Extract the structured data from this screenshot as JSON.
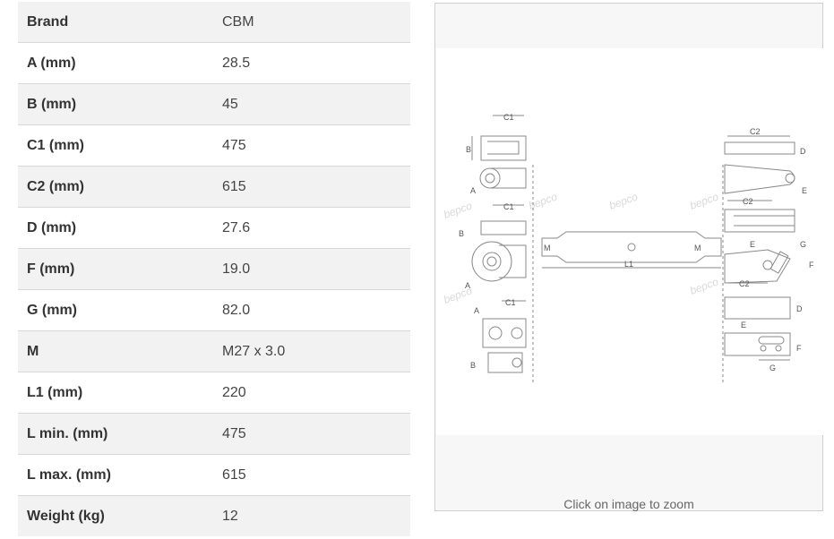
{
  "specs": [
    {
      "label": "Brand",
      "value": "CBM"
    },
    {
      "label": "A (mm)",
      "value": "28.5"
    },
    {
      "label": "B (mm)",
      "value": "45"
    },
    {
      "label": "C1 (mm)",
      "value": "475"
    },
    {
      "label": "C2 (mm)",
      "value": "615"
    },
    {
      "label": "D (mm)",
      "value": "27.6"
    },
    {
      "label": "F (mm)",
      "value": "19.0"
    },
    {
      "label": "G (mm)",
      "value": "82.0"
    },
    {
      "label": "M",
      "value": "M27 x 3.0"
    },
    {
      "label": "L1 (mm)",
      "value": "220"
    },
    {
      "label": "L min. (mm)",
      "value": "475"
    },
    {
      "label": "L max. (mm)",
      "value": "615"
    },
    {
      "label": "Weight (kg)",
      "value": "12"
    }
  ],
  "drawing": {
    "labels": {
      "a": "A",
      "b": "B",
      "c1": "C1",
      "c2": "C2",
      "d": "D",
      "e": "E",
      "f": "F",
      "g": "G",
      "m": "M",
      "l1": "L1"
    },
    "watermark": "bepco"
  },
  "zoom_caption": "Click on image to zoom"
}
